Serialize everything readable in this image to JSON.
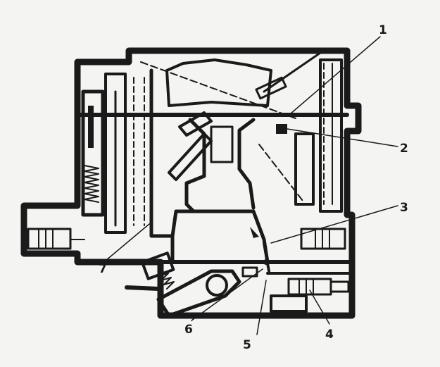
{
  "figure": {
    "callouts": [
      {
        "id": "c1",
        "label": "1"
      },
      {
        "id": "c2",
        "label": "2"
      },
      {
        "id": "c3",
        "label": "3"
      },
      {
        "id": "c4",
        "label": "4"
      },
      {
        "id": "c5",
        "label": "5"
      },
      {
        "id": "c6",
        "label": "6"
      },
      {
        "id": "c7",
        "label": "7"
      }
    ]
  },
  "colors": {
    "ink": "#1a1a1a",
    "paper": "#f4f4f2"
  }
}
